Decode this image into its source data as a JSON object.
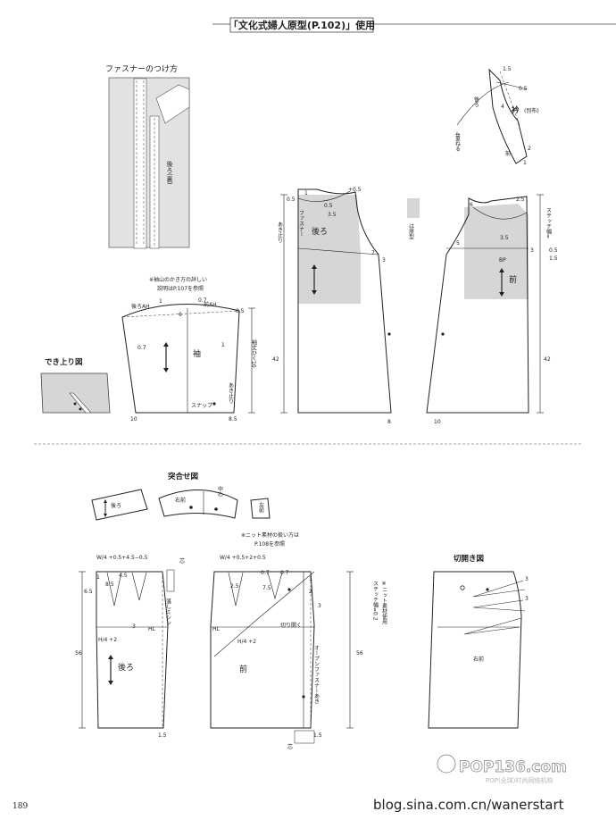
{
  "header": {
    "title": "「文化式婦人原型(P.102)」使用"
  },
  "page_number": "189",
  "footer": {
    "watermark_brand": "POP136.com",
    "watermark_sub": "POP(全球)时尚网络机构",
    "url": "blog.sina.com.cn/wanerstart"
  },
  "zipper": {
    "title": "ファスナーのつけ方",
    "back_label": "後ろ(裏)"
  },
  "finished": {
    "title": "でき上り図"
  },
  "sleeve": {
    "note1": "※袖山のかき方の詳しい",
    "note2": "説明はP.107を参照",
    "back_ah": "後ろAH",
    "front_ah": "前AH",
    "name": "袖",
    "length": "袖丈ひく10",
    "slit": "あき止り",
    "snap": "スナップ",
    "n1": "1",
    "n07": "0.7",
    "n05": "0.5",
    "n6": "6",
    "n07b": "0.7",
    "n10": "10",
    "n85": "8.5",
    "n1b": "1"
  },
  "collar": {
    "name": "衿",
    "fabric": "(別布)",
    "back": "後ろ",
    "front": "前",
    "fold": "4重ねる",
    "n15": "1.5",
    "n05": "0.5",
    "n4": "4",
    "n2": "2",
    "n1": "1"
  },
  "bodice_back": {
    "name": "後ろ",
    "zipper": "ファスナー",
    "stop": "あき止り",
    "n05": "0.5",
    "n1": "1",
    "n05b": "0.5",
    "n35": "3.5",
    "n7": "7",
    "n3": "3",
    "n42": "42",
    "n8": "8",
    "delta": "+0.5"
  },
  "bodice_front": {
    "name": "前",
    "bp": "BP",
    "n6": "6",
    "n25": "2.5",
    "n35": "3.5",
    "n5": "5",
    "n3": "3",
    "n42": "42",
    "n10": "10"
  },
  "legend": {
    "text": "は原型"
  },
  "stitch": {
    "line1": "ステッチ幅=",
    "v1": "0.5",
    "v2": "1.5"
  },
  "assembly": {
    "title": "突合せ図",
    "back": "後ろ",
    "front_right": "右前",
    "center": "中心",
    "front_left": "左前"
  },
  "knit_note": {
    "line1": "※ニット素材の扱い方は",
    "line2": "P.108を参照"
  },
  "skirt_back": {
    "name": "後ろ",
    "waist": "W/4 +0.5+4.5−0.5",
    "hip": "H/4 +2",
    "hl": "HL",
    "seam": "落しミシン",
    "n65": "6.5",
    "n1": "1",
    "n85": "8.5",
    "n45": "4.5",
    "n3": "3",
    "n56": "56",
    "n15": "1.5",
    "kata": "芯"
  },
  "skirt_front": {
    "name": "前",
    "waist": "W/4 +0.5+2+0.5",
    "hip": "H/4 +2",
    "hl": "HL",
    "cut": "切り開く",
    "zip": "オープンファスナーあき",
    "n07": "0.7",
    "n07b": "0.7",
    "n25": "2.5",
    "n75": "7.5",
    "n1": "1",
    "n2": "2",
    "n3": "3",
    "n56": "56",
    "n15": "1.5",
    "kata": "芯"
  },
  "stitch2": {
    "line1": "ステッチ幅=0.2",
    "line2": "※ニット素材使用"
  },
  "cut_open": {
    "title": "切開き図",
    "name": "右前",
    "n3": "3",
    "n3b": "3"
  }
}
